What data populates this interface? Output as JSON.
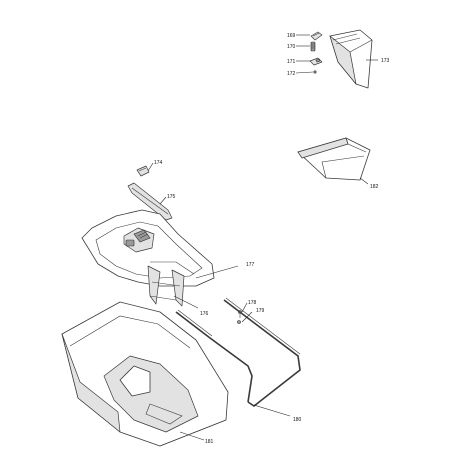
{
  "diagram": {
    "parts": [
      {
        "id": "p169",
        "label": "169"
      },
      {
        "id": "p170",
        "label": "170"
      },
      {
        "id": "p171",
        "label": "171"
      },
      {
        "id": "p172",
        "label": "172"
      },
      {
        "id": "p173",
        "label": "173"
      },
      {
        "id": "p174",
        "label": "174"
      },
      {
        "id": "p175",
        "label": "175"
      },
      {
        "id": "p176",
        "label": "176"
      },
      {
        "id": "p177",
        "label": "177"
      },
      {
        "id": "p178",
        "label": "178"
      },
      {
        "id": "p179",
        "label": "179"
      },
      {
        "id": "p180",
        "label": "180"
      },
      {
        "id": "p181",
        "label": "181"
      },
      {
        "id": "p182",
        "label": "182"
      }
    ]
  }
}
